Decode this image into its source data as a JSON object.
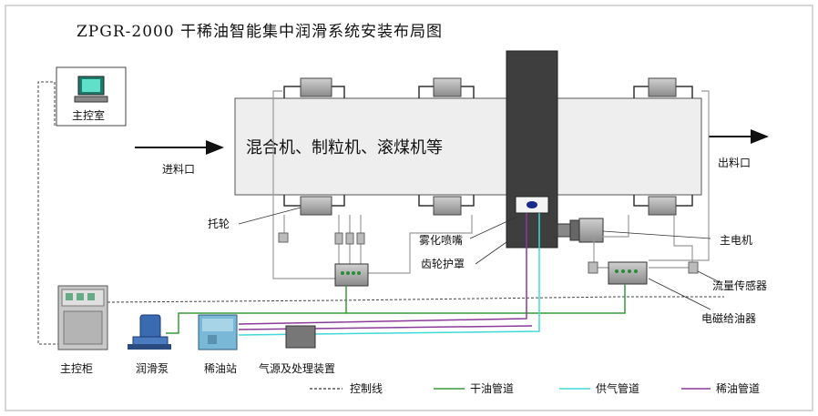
{
  "diagram": {
    "title": "ZPGR-2000 干稀油智能集中润滑系统安装布局图",
    "machine_label": "混合机、制粒机、滚煤机等",
    "inlet_label": "进料口",
    "outlet_label": "出料口",
    "control_room_label": "主控室",
    "main_cabinet_label": "主控柜",
    "pump_label": "润滑泵",
    "oil_station_label": "稀油站",
    "air_source_label": "气源及处理装置",
    "roller_label": "托轮",
    "spray_nozzle_label": "雾化喷嘴",
    "gear_guard_label": "齿轮护罩",
    "main_motor_label": "主电机",
    "flow_sensor_label": "流量传感器",
    "valve_label": "电磁给油器",
    "legend": [
      {
        "label": "控制线",
        "color": "#333333",
        "style": "dashed"
      },
      {
        "label": "干油管道",
        "color": "#3a9a3a",
        "style": "solid"
      },
      {
        "label": "供气管道",
        "color": "#40d8d8",
        "style": "solid"
      },
      {
        "label": "稀油管道",
        "color": "#8a3a9a",
        "style": "solid"
      }
    ]
  }
}
